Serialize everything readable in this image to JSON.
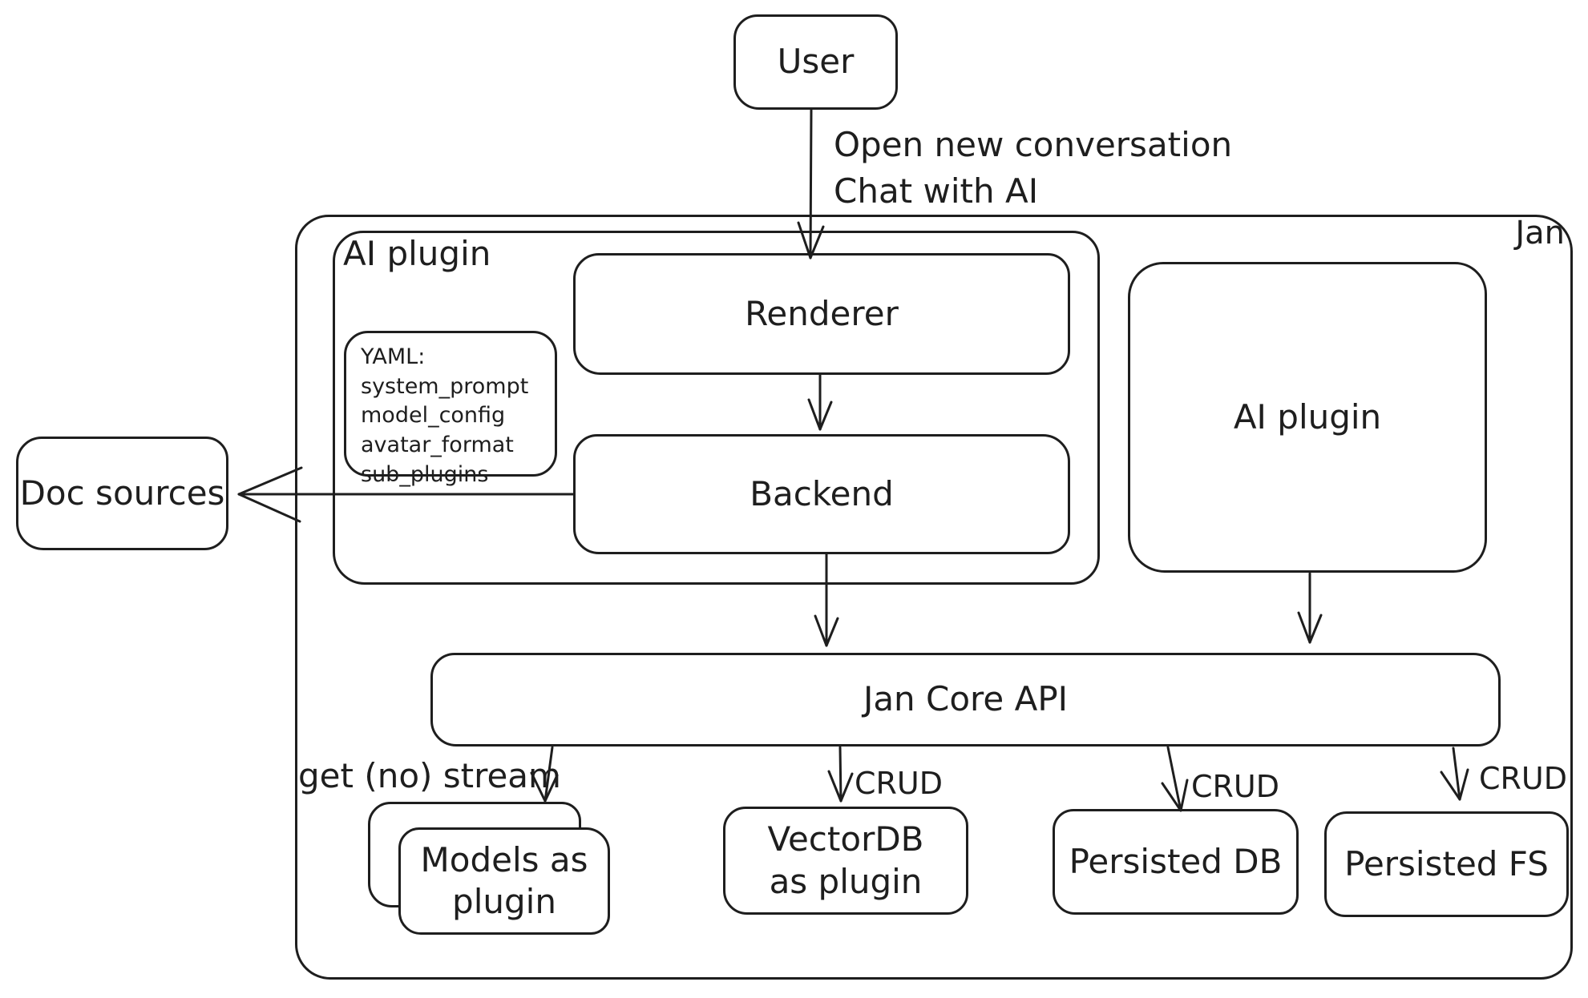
{
  "colors": {
    "stroke": "#1e1e1e",
    "background": "#ffffff"
  },
  "nodes": {
    "user": "User",
    "jan_container": "Jan",
    "ai_plugin_group": "AI plugin",
    "yaml_note": {
      "title": "YAML:",
      "lines": [
        "system_prompt",
        "model_config",
        "avatar_format",
        "sub_plugins"
      ]
    },
    "renderer": "Renderer",
    "backend": "Backend",
    "ai_plugin": "AI plugin",
    "doc_sources": "Doc sources",
    "jan_core_api": "Jan Core API",
    "models_as_plugin": "Models as plugin",
    "vectordb_as_plugin": "VectorDB as plugin",
    "persisted_db": "Persisted DB",
    "persisted_fs": "Persisted FS"
  },
  "edges": {
    "user_flow_line1": "Open new conversation",
    "user_flow_line2": "Chat with AI",
    "stream": "get (no) stream",
    "crud": "CRUD"
  }
}
